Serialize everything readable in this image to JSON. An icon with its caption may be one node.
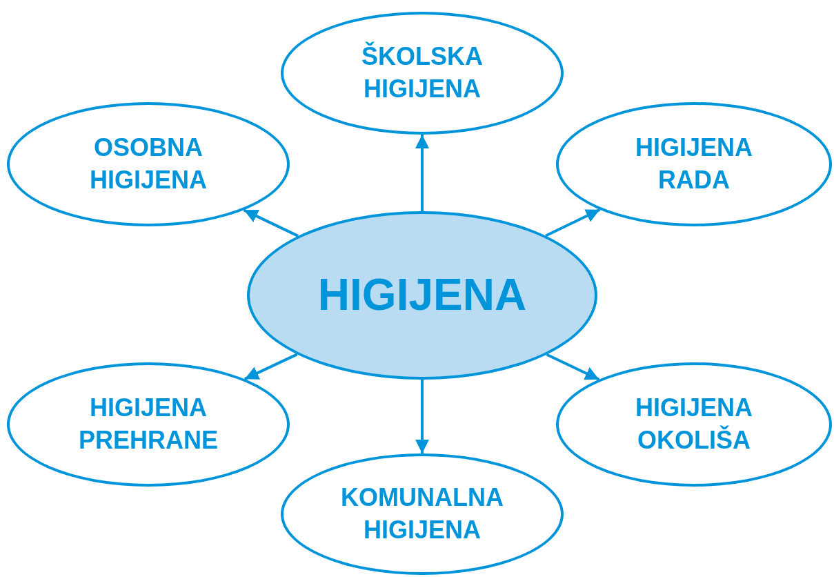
{
  "diagram": {
    "nodes": [
      {
        "text": [
          "ŠKOLSKA HIGIJENA"
        ]
      },
      {
        "text": [
          "OSOBNA HIGIJENA"
        ]
      },
      {
        "text": [
          "HIGIJENA RADA"
        ]
      },
      {
        "text": [
          "HIGIJENA"
        ]
      },
      {
        "text": [
          "HIGIJENA PREHRANE"
        ]
      },
      {
        "text": [
          "HIGIJENA OKOLIŠA"
        ]
      },
      {
        "text": [
          "KOMUNALNA HIGIJENA"
        ]
      }
    ],
    "edges": [
      {
        "from": 3,
        "to": 0,
        "arrow": "to"
      },
      {
        "from": 3,
        "to": 1,
        "arrow": "to"
      },
      {
        "from": 3,
        "to": 2,
        "arrow": "to"
      },
      {
        "from": 3,
        "to": 4,
        "arrow": "to"
      },
      {
        "from": 3,
        "to": 5,
        "arrow": "to"
      },
      {
        "from": 3,
        "to": 6,
        "arrow": "to"
      }
    ]
  }
}
